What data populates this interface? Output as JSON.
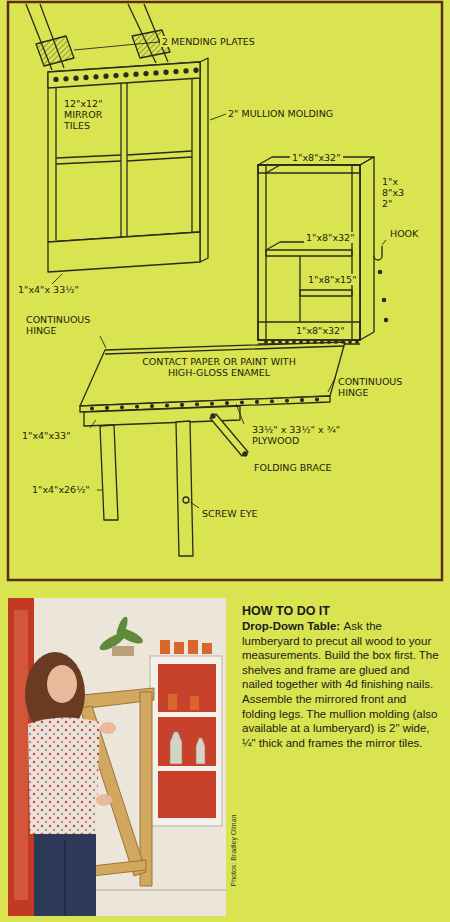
{
  "diagram": {
    "title": "HOW TO DO IT",
    "labels": [
      "2 MENDING PLATES",
      "2\" MULLION MOLDING",
      "12\"x12\" MIRROR TILES",
      "1\"x4\"x 33½\"",
      "1\"x8\"x32\"",
      "1\"x8\"x32\"",
      "1\"x8\"x32\"",
      "HOOK",
      "1\"x8\"x15\"",
      "1\"x8\"x32\"",
      "CONTINUOUS HINGE",
      "CONTACT PAPER OR PAINT WITH HIGH-GLOSS ENAMEL",
      "CONTINUOUS HINGE",
      "33½\" x 33½\" x ¾\" PLYWOOD",
      "1\"x4\"x33\"",
      "FOLDING BRACE",
      "1\"x4\"x26½\"",
      "SCREW EYE",
      "Drop-Down Table:",
      "Ask the lumberyard to precut all wood to your measurements. Build the box first. The shelves and frame are glued and nailed together with 4d finishing nails. Assemble the mirrored front and folding legs. The mullion molding (also available at a lumberyard) is 2\" wide, ¼\" thick and frames the mirror tiles.",
      "Photos: Bradley Olman"
    ]
  }
}
